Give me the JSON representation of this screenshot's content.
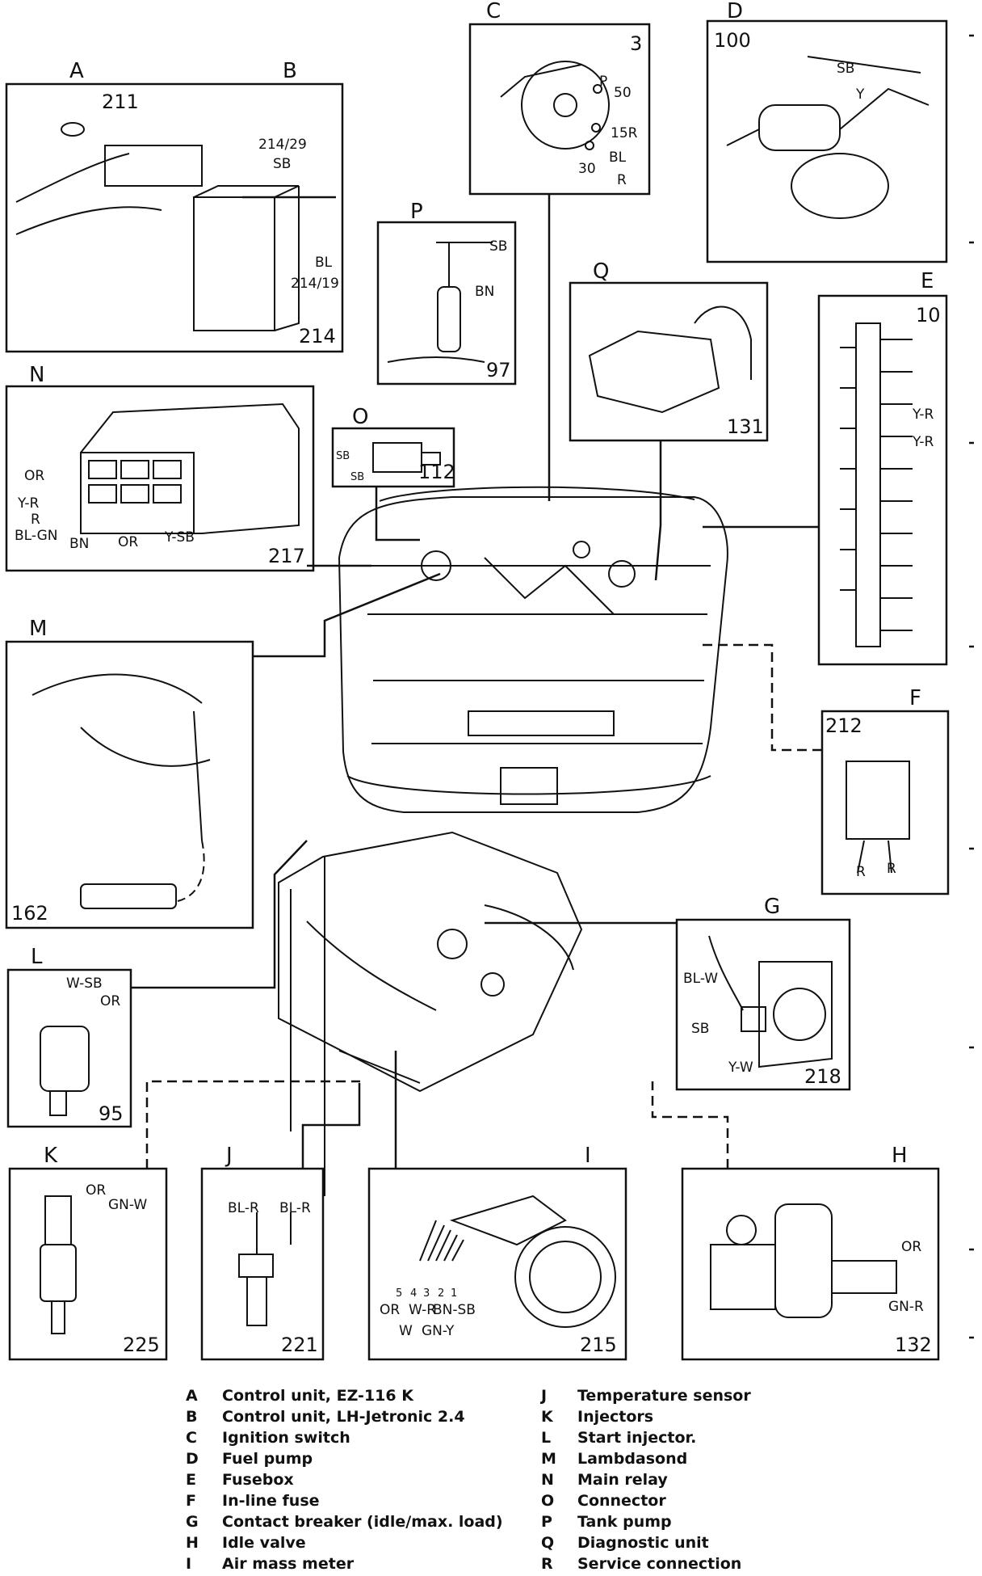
{
  "boxes": {
    "AB": {
      "letters": [
        "A",
        "B"
      ],
      "callouts": [
        "211",
        "214/29",
        "SB",
        "BL",
        "214/19",
        "214"
      ]
    },
    "C": {
      "letter": "C",
      "number": "3",
      "callouts": [
        "P",
        "50",
        "15R",
        "BL",
        "30",
        "R"
      ]
    },
    "D": {
      "letter": "D",
      "number": "100",
      "callouts": [
        "SB",
        "Y"
      ]
    },
    "P": {
      "letter": "P",
      "number": "97",
      "callouts": [
        "SB",
        "BN"
      ]
    },
    "Q": {
      "letter": "Q",
      "number": "131"
    },
    "E": {
      "letter": "E",
      "number": "10",
      "callouts": [
        "Y-R",
        "Y-R"
      ]
    },
    "N": {
      "letter": "N",
      "number": "217",
      "callouts": [
        "OR",
        "Y-R",
        "R",
        "BL-GN",
        "BN",
        "OR",
        "Y-SB"
      ]
    },
    "O": {
      "letter": "O",
      "number": "112",
      "callouts": [
        "SB",
        "SB"
      ]
    },
    "M": {
      "letter": "M",
      "number": "162"
    },
    "F": {
      "letter": "F",
      "number": "212",
      "callouts": [
        "R",
        "R"
      ]
    },
    "L": {
      "letter": "L",
      "number": "95",
      "callouts": [
        "W-SB",
        "OR"
      ]
    },
    "G": {
      "letter": "G",
      "number": "218",
      "callouts": [
        "BL-W",
        "SB",
        "Y-W"
      ]
    },
    "K": {
      "letter": "K",
      "number": "225",
      "callouts": [
        "OR",
        "GN-W"
      ]
    },
    "J": {
      "letter": "J",
      "number": "221",
      "callouts": [
        "BL-R",
        "BL-R"
      ]
    },
    "I": {
      "letter": "I",
      "number": "215",
      "callouts": [
        "5",
        "4",
        "3",
        "2",
        "1",
        "OR",
        "W-R",
        "BN-SB",
        "W",
        "GN-Y"
      ]
    },
    "H": {
      "letter": "H",
      "number": "132",
      "callouts": [
        "OR",
        "GN-R"
      ]
    }
  },
  "legend": [
    {
      "key": "A",
      "text": "Control unit, EZ-116 K"
    },
    {
      "key": "B",
      "text": "Control unit, LH-Jetronic 2.4"
    },
    {
      "key": "C",
      "text": "Ignition switch"
    },
    {
      "key": "D",
      "text": "Fuel pump"
    },
    {
      "key": "E",
      "text": "Fusebox"
    },
    {
      "key": "F",
      "text": "In-line fuse"
    },
    {
      "key": "G",
      "text": "Contact breaker (idle/max. load)"
    },
    {
      "key": "H",
      "text": "Idle valve"
    },
    {
      "key": "I",
      "text": "Air mass meter"
    },
    {
      "key": "J",
      "text": "Temperature sensor"
    },
    {
      "key": "K",
      "text": "Injectors"
    },
    {
      "key": "L",
      "text": "Start injector."
    },
    {
      "key": "M",
      "text": "Lambdasond"
    },
    {
      "key": "N",
      "text": "Main relay"
    },
    {
      "key": "O",
      "text": "Connector"
    },
    {
      "key": "P",
      "text": "Tank pump"
    },
    {
      "key": "Q",
      "text": "Diagnostic unit"
    },
    {
      "key": "R",
      "text": "Service connection"
    }
  ]
}
